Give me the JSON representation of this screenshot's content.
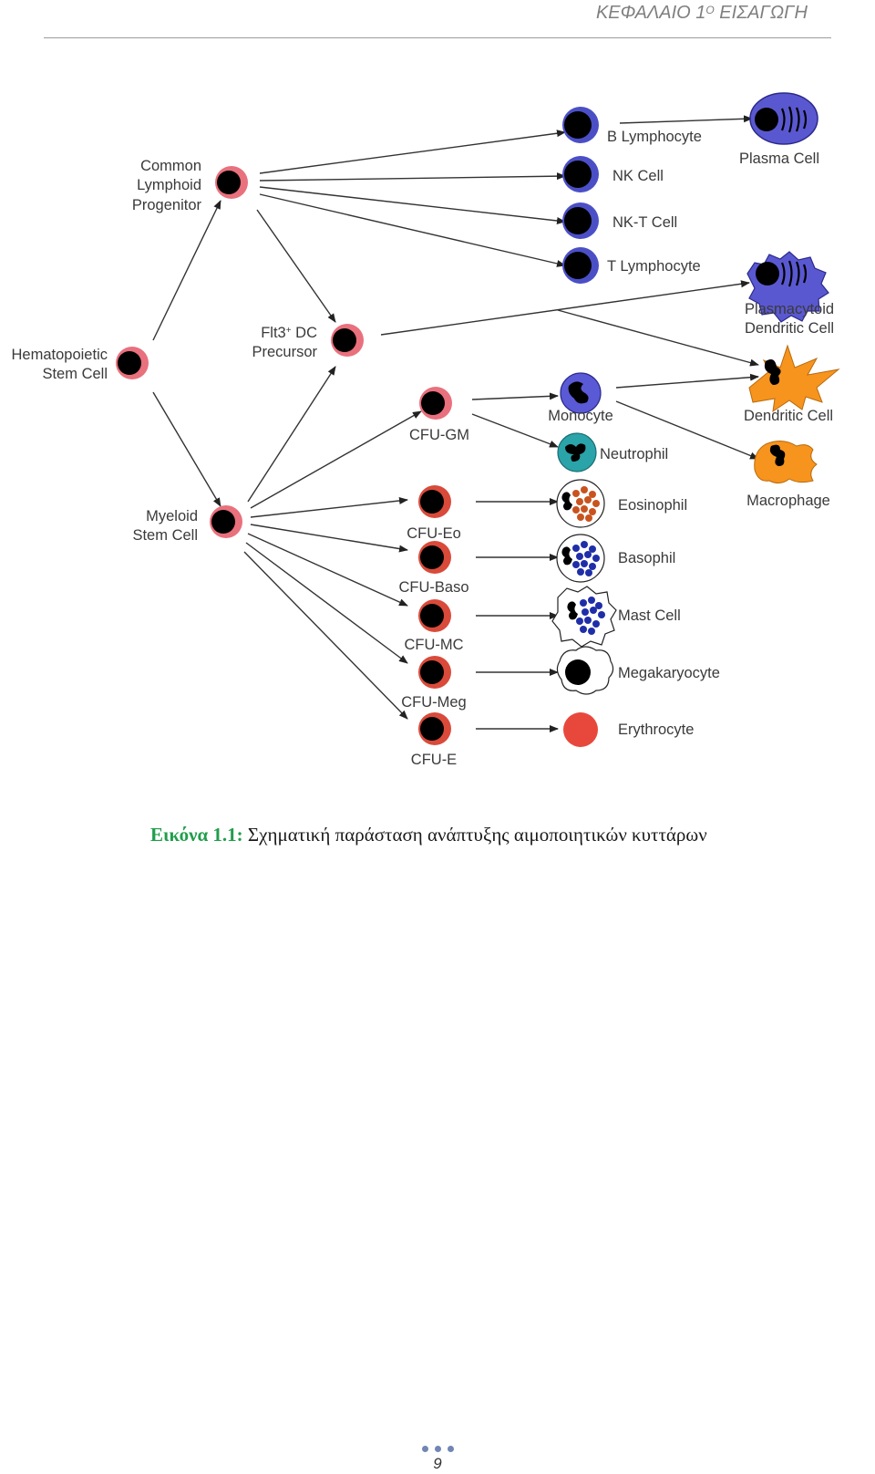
{
  "header": {
    "chapter": "ΚΕΦΑΛΑΙΟ 1",
    "chapter_sup": "Ο",
    "section": "ΕΙΣΑΓΩΓΗ"
  },
  "figure": {
    "labels": {
      "hsc_1": "Hematopoietic",
      "hsc_2": "Stem Cell",
      "clp_1": "Common",
      "clp_2": "Lymphoid",
      "clp_3": "Progenitor",
      "flt3_1": "Flt3",
      "flt3_sup": "+",
      "flt3_1b": " DC",
      "flt3_2": "Precursor",
      "msc_1": "Myeloid",
      "msc_2": "Stem Cell",
      "cfu_gm": "CFU-GM",
      "cfu_eo": "CFU-Eo",
      "cfu_baso": "CFU-Baso",
      "cfu_mc": "CFU-MC",
      "cfu_meg": "CFU-Meg",
      "cfu_e": "CFU-E",
      "b_lymph": "B Lymphocyte",
      "nk": "NK Cell",
      "nkt": "NK-T Cell",
      "t_lymph": "T Lymphocyte",
      "plasma": "Plasma Cell",
      "pdc_1": "Plasmacytoid",
      "pdc_2": "Dendritic Cell",
      "dendritic": "Dendritic Cell",
      "monocyte": "Monocyte",
      "neutrophil": "Neutrophil",
      "macrophage": "Macrophage",
      "eosinophil": "Eosinophil",
      "basophil": "Basophil",
      "mast": "Mast Cell",
      "megakaryocyte": "Megakaryocyte",
      "erythrocyte": "Erythrocyte"
    },
    "colors": {
      "stem_ring": "#e9707d",
      "cfu_ring": "#d94a3a",
      "lymph_ring": "#4b4fc6",
      "plasma": "#5a58d0",
      "dendritic": "#f6941d",
      "monocyte": "#5a5ad6",
      "neutrophil": "#2aa3a9",
      "eosin_granule": "#c9531f",
      "baso_granule": "#1f2ea8",
      "erythrocyte": "#e8483c"
    }
  },
  "caption": {
    "label": "Εικόνα 1.1:",
    "text": " Σχηματική παράσταση ανάπτυξης αιμοποιητικών κυττάρων"
  },
  "footer": {
    "page_number": "9"
  }
}
